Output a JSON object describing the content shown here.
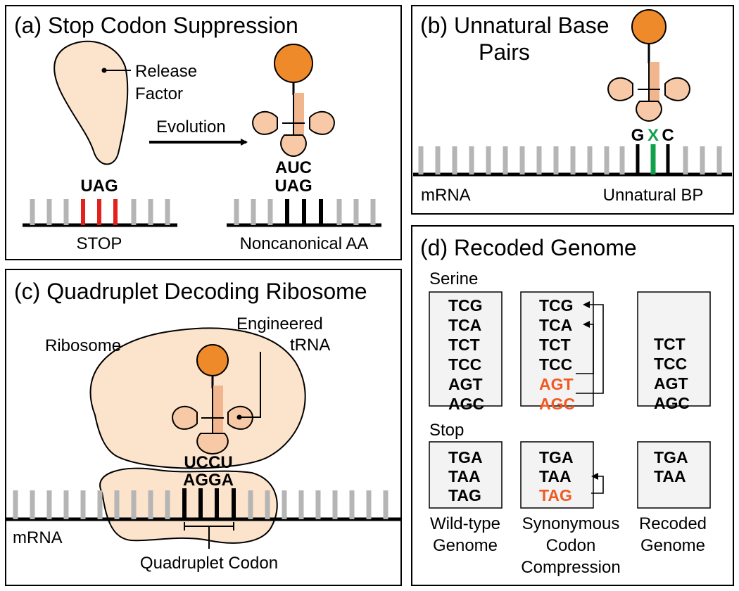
{
  "colors": {
    "stroke": "#000000",
    "body_fill": "#fbe3cc",
    "trna_fill": "#f7c9a6",
    "trna_stem": "#f2b68e",
    "amino_acid": "#ef8a2a",
    "tick_gray": "#b5b5b5",
    "stop_red": "#e3201b",
    "unnatural_green": "#12a14b",
    "recoded_orange": "#f05a22",
    "table_fill": "#f3f3f3"
  },
  "panel_a": {
    "title": "(a) Stop Codon Suppression",
    "release_factor": [
      "Release",
      "Factor"
    ],
    "evolution": "Evolution",
    "stop_codon": "UAG",
    "stop_label": "STOP",
    "anticodon": "AUC",
    "codon": "UAG",
    "ncaa_label": "Noncanonical AA",
    "icons": [
      "release-factor-blob",
      "arrow-icon",
      "trna-icon"
    ]
  },
  "panel_b": {
    "title": [
      "(b) Unnatural Base",
      "Pairs"
    ],
    "bp_letters": [
      "G",
      "X",
      "C"
    ],
    "mrna_label": "mRNA",
    "ubp_label": "Unnatural BP"
  },
  "panel_c": {
    "title": "(c) Quadruplet Decoding Ribosome",
    "ribosome_label": "Ribosome",
    "engineered_trna": [
      "Engineered",
      "tRNA"
    ],
    "anticodon": "UCCU",
    "codon": "AGGA",
    "mrna_label": "mRNA",
    "quadruplet_label": "Quadruplet Codon"
  },
  "panel_d": {
    "title": "(d) Recoded Genome",
    "serine_label": "Serine",
    "stop_label": "Stop",
    "serine_wildtype": [
      "TCG",
      "TCA",
      "TCT",
      "TCC",
      "AGT",
      "AGC"
    ],
    "serine_compressed": [
      "TCG",
      "TCA",
      "TCT",
      "TCC",
      "AGT",
      "AGC"
    ],
    "serine_compressed_highlight": [
      false,
      false,
      false,
      false,
      true,
      true
    ],
    "serine_recoded": [
      "TCT",
      "TCC",
      "AGT",
      "AGC"
    ],
    "stop_wildtype": [
      "TGA",
      "TAA",
      "TAG"
    ],
    "stop_compressed": [
      "TGA",
      "TAA",
      "TAG"
    ],
    "stop_compressed_highlight": [
      false,
      false,
      true
    ],
    "stop_recoded": [
      "TGA",
      "TAA"
    ],
    "column_labels": [
      [
        "Wild-type",
        "Genome"
      ],
      [
        "Synonymous",
        "Codon",
        "Compression"
      ],
      [
        "Recoded",
        "Genome"
      ]
    ]
  }
}
